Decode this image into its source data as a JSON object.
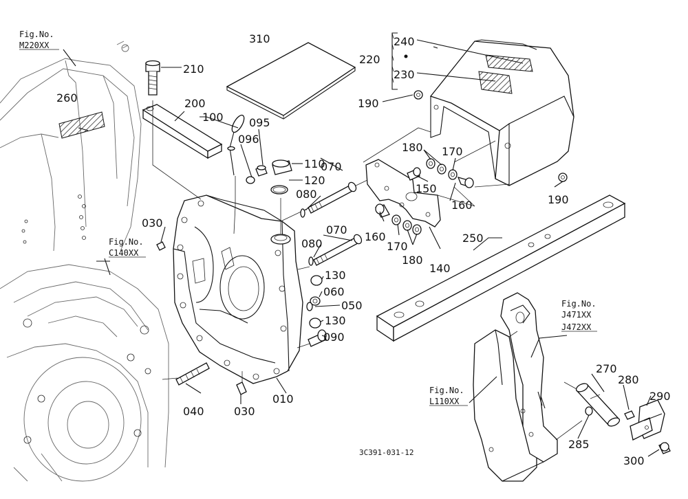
{
  "drawing_code": "3C391-031-12",
  "callouts": {
    "p010": "010",
    "p030a": "030",
    "p030b": "030",
    "p040": "040",
    "p050": "050",
    "p060": "060",
    "p070a": "070",
    "p070b": "070",
    "p080a": "080",
    "p080b": "080",
    "p090": "090",
    "p095": "095",
    "p096": "096",
    "p100": "100",
    "p110": "110",
    "p120": "120",
    "p130a": "130",
    "p130b": "130",
    "p140": "140",
    "p150": "150",
    "p160a": "160",
    "p160b": "160",
    "p170a": "170",
    "p170b": "170",
    "p180a": "180",
    "p180b": "180",
    "p190a": "190",
    "p190b": "190",
    "p200": "200",
    "p210": "210",
    "p220": "220",
    "p230": "230",
    "p240": "240",
    "p250": "250",
    "p260": "260",
    "p270": "270",
    "p280": "280",
    "p285": "285",
    "p290": "290",
    "p300": "300",
    "p310": "310"
  },
  "figure_refs": {
    "m220": {
      "label": "Fig.No.",
      "code": "M220XX"
    },
    "c140": {
      "label": "Fig.No.",
      "code": "C140XX"
    },
    "j47x": {
      "label": "Fig.No.",
      "code1": "J471XX",
      "code2": "J472XX"
    },
    "l110": {
      "label": "Fig.No.",
      "code": "L110XX"
    }
  }
}
